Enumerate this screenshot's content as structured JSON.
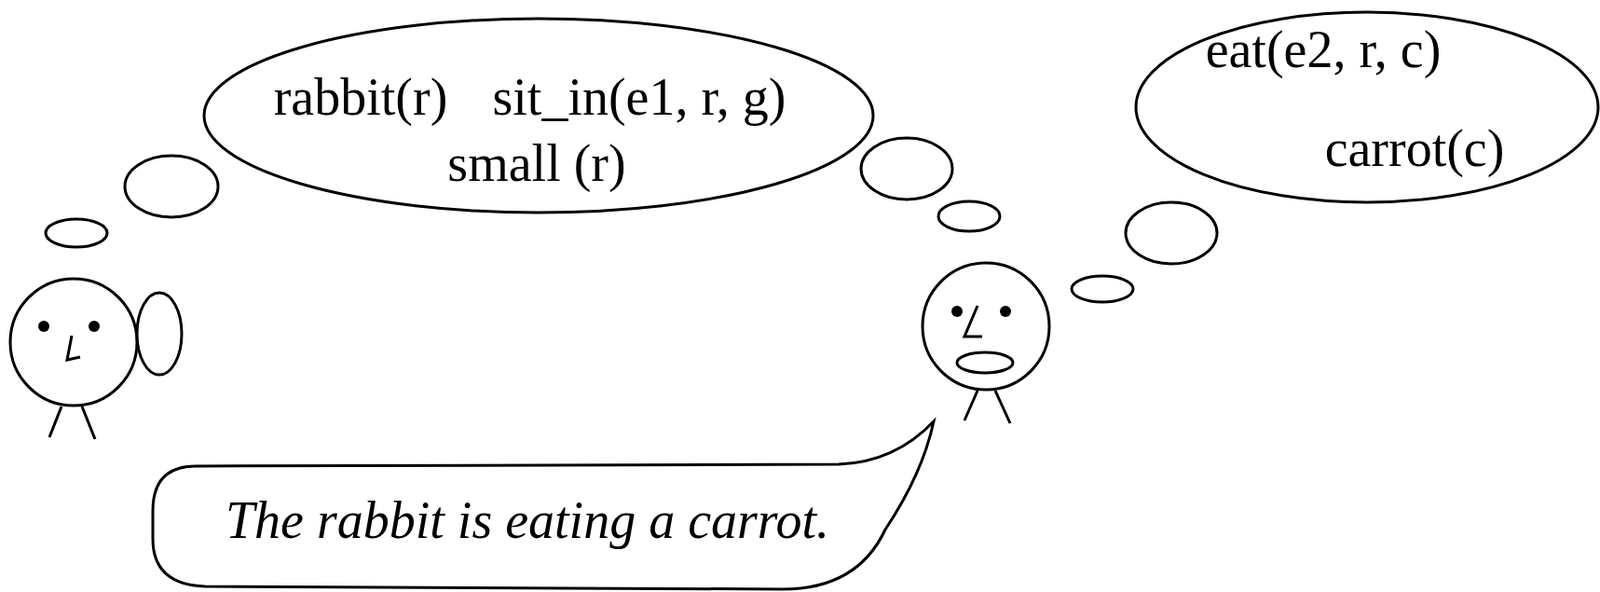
{
  "diagram": {
    "nodes": [
      {
        "text": [
          "rabbit(r)",
          "sit_in(e1, r, g)",
          "small (r)"
        ]
      },
      {
        "text": [
          "eat(e2, r, c)",
          "carrot(c)"
        ]
      },
      {
        "text": [
          "The rabbit is eating a carrot."
        ]
      }
    ]
  }
}
